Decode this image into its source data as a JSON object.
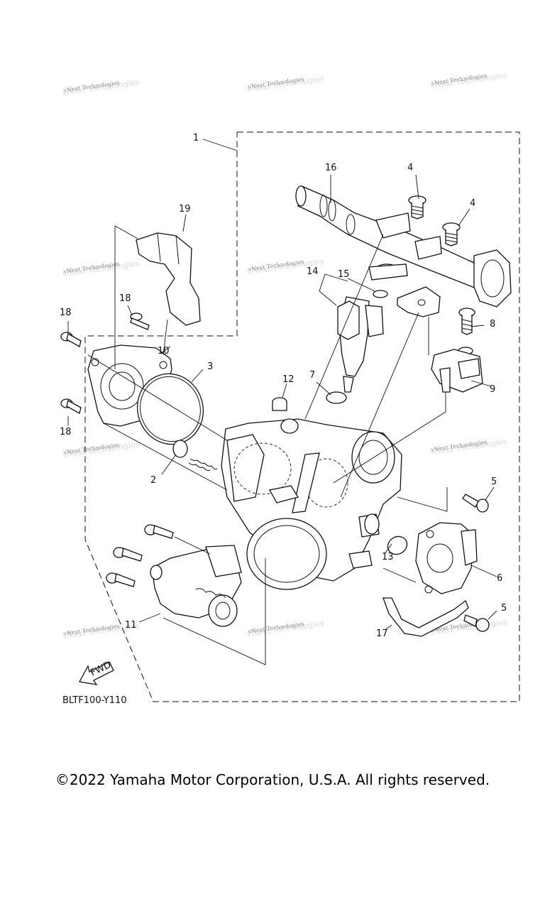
{
  "watermark_text": "vNext Technologies",
  "callouts": [
    "1",
    "2",
    "3",
    "4",
    "4",
    "5",
    "5",
    "6",
    "7",
    "8",
    "9",
    "10",
    "11",
    "12",
    "13",
    "14",
    "15",
    "16",
    "17",
    "18",
    "18",
    "18",
    "19"
  ],
  "fwd_label": "FWD",
  "diagram_code": "BLTF100-Y110",
  "copyright": "©2022 Yamaha Motor Corporation, U.S.A. All rights reserved."
}
